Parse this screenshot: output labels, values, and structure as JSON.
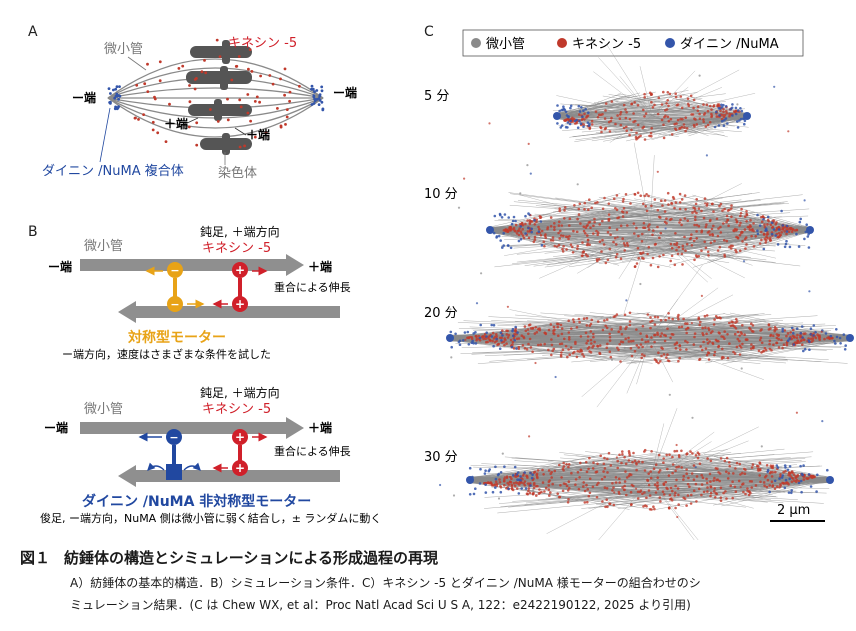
{
  "panel_a": {
    "label": "A",
    "microtubule": "微小管",
    "kinesin": "キネシン -5",
    "minus_left": "ー端",
    "minus_right": "ー端",
    "plus1": "＋端",
    "plus2": "＋端",
    "dynein_complex": "ダイニン /NuMA 複合体",
    "chromosome": "染色体"
  },
  "panel_b": {
    "label": "B",
    "top": {
      "microtubule": "微小管",
      "minus_end": "ー端",
      "plus_end": "＋端",
      "kinesin_note": "鈍足, ＋端方向",
      "kinesin": "キネシン -5",
      "overlap": "重合による伸長",
      "motor_title": "対称型モーター",
      "motor_desc": "ー端方向，速度はさまざまな条件を試した"
    },
    "bottom": {
      "microtubule": "微小管",
      "minus_end": "ー端",
      "plus_end": "＋端",
      "kinesin_note": "鈍足, ＋端方向",
      "kinesin": "キネシン -5",
      "overlap": "重合による伸長",
      "motor_title": "ダイニン /NuMA 非対称型モーター",
      "motor_desc": "俊足, ー端方向，NuMA 側は微小管に弱く結合し，± ランダムに動く"
    }
  },
  "panel_c": {
    "label": "C",
    "legend": [
      "微小管",
      "キネシン -5",
      "ダイニン /NuMA"
    ],
    "times": [
      "5 分",
      "10 分",
      "20 分",
      "30 分"
    ],
    "scale": "2 μm"
  },
  "colors": {
    "microtubule": "#8a8a8a",
    "kinesin": "#c0392b",
    "dynein": "#3355aa",
    "symmetric": "#e8a317",
    "kinesin_text": "#d0202a",
    "dynein_text": "#2148a0"
  },
  "caption": {
    "fig_no": "図１",
    "title": "紡錘体の構造とシミュレーションによる形成過程の再現",
    "line1": "A）紡錘体の基本的構造．B）シミュレーション条件．C）キネシン -5 とダイニン /NuMA 様モーターの組合わせのシ",
    "line2": "ミュレーション結果．(C は Chew WX, et al：Proc Natl Acad Sci U S A, 122：e2422190122, 2025 より引用)"
  }
}
